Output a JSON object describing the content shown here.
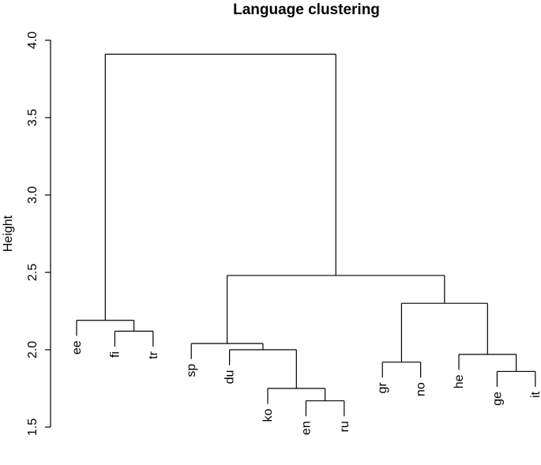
{
  "chart_data": {
    "type": "dendrogram",
    "title": "Language clustering",
    "ylabel": "Height",
    "xlabel": "",
    "ylim": [
      1.5,
      4.0
    ],
    "yticks": [
      "1.5",
      "2.0",
      "2.5",
      "3.0",
      "3.5",
      "4.0"
    ],
    "hang_height": 0.1,
    "leaves": [
      "ee",
      "fi",
      "tr",
      "sp",
      "du",
      "ko",
      "en",
      "ru",
      "gr",
      "no",
      "he",
      "ge",
      "it"
    ],
    "merges": [
      {
        "left": "fi",
        "right": "tr",
        "height": 2.12
      },
      {
        "left": "ee",
        "right": 0,
        "height": 2.19
      },
      {
        "left": "en",
        "right": "ru",
        "height": 1.67
      },
      {
        "left": "ko",
        "right": 2,
        "height": 1.75
      },
      {
        "left": "du",
        "right": 3,
        "height": 2.0
      },
      {
        "left": "sp",
        "right": 4,
        "height": 2.04
      },
      {
        "left": "gr",
        "right": "no",
        "height": 1.92
      },
      {
        "left": "ge",
        "right": "it",
        "height": 1.86
      },
      {
        "left": "he",
        "right": 7,
        "height": 1.97
      },
      {
        "left": 6,
        "right": 8,
        "height": 2.3
      },
      {
        "left": 5,
        "right": 9,
        "height": 2.48
      },
      {
        "left": 1,
        "right": 10,
        "height": 3.91
      }
    ]
  }
}
